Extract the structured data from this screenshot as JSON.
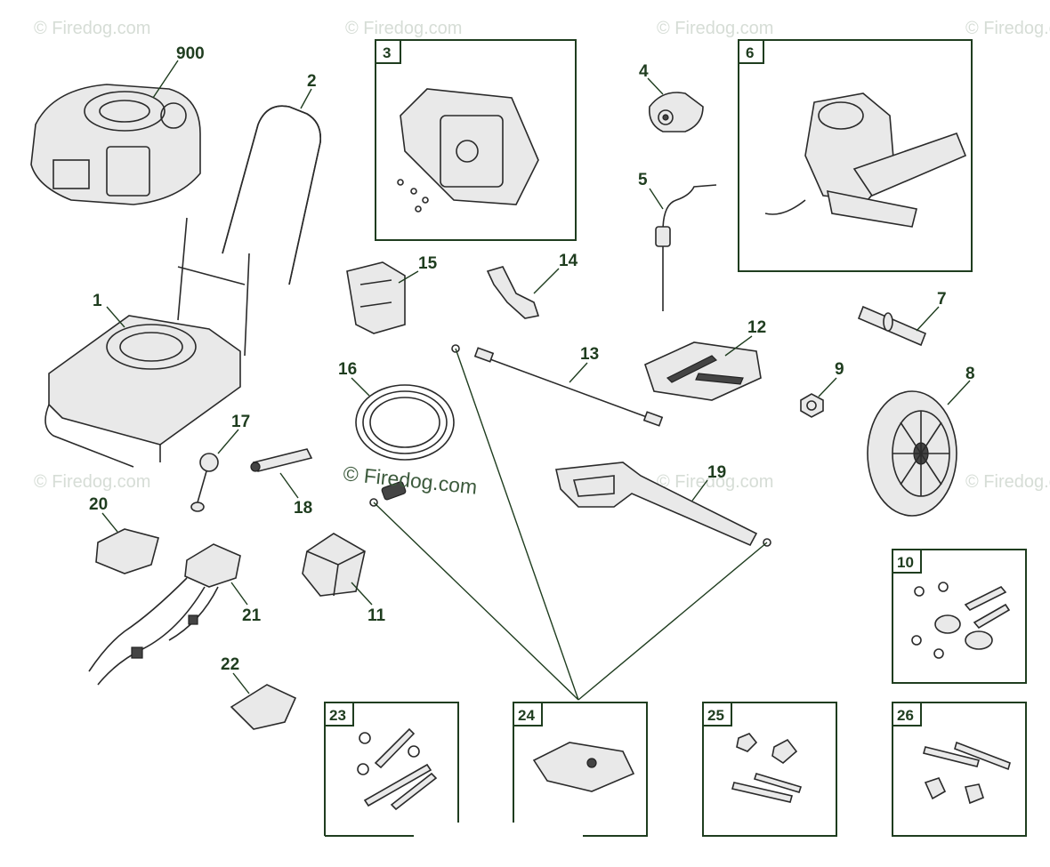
{
  "watermark": {
    "main": "© Firedog.com",
    "faint": "© Firedog.com"
  },
  "callouts": [
    "900",
    "2",
    "1",
    "15",
    "14",
    "13",
    "12",
    "9",
    "7",
    "8",
    "16",
    "17",
    "18",
    "20",
    "21",
    "19",
    "22",
    "11",
    "4",
    "5"
  ],
  "boxed_parts": [
    "3",
    "6",
    "10",
    "23",
    "24",
    "25",
    "26"
  ],
  "colors": {
    "accent": "#1f3d1f",
    "line": "#2a2a2a",
    "watermark": "#d6ddd6"
  }
}
